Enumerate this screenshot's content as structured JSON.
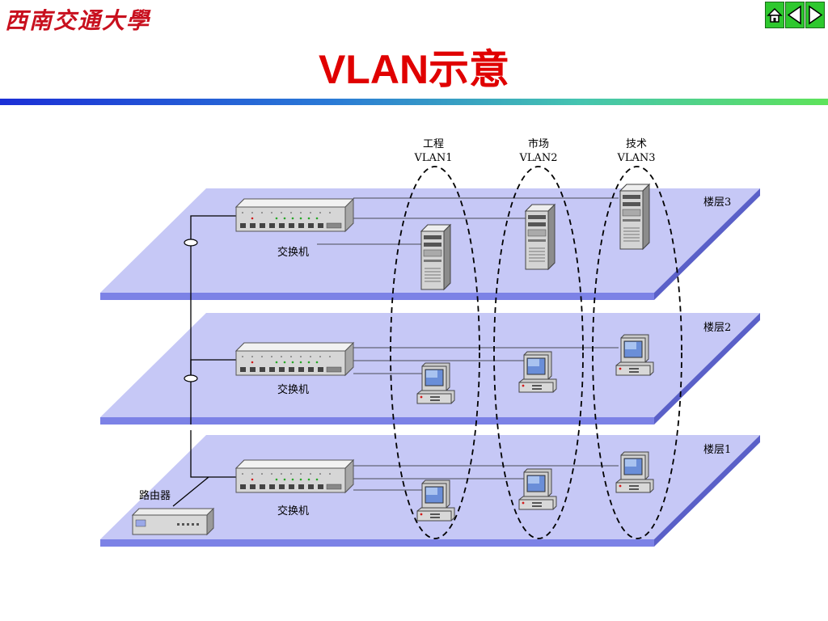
{
  "header": {
    "logo_text": "西南交通大學",
    "title": "VLAN示意"
  },
  "nav": {
    "home_icon": "home-icon",
    "prev_icon": "triangle-left-icon",
    "next_icon": "triangle-right-icon"
  },
  "colors": {
    "title": "#e00000",
    "floor_top": "#c6c8f6",
    "floor_edge": "#7c82e6",
    "nav_green": "#2ec82e"
  },
  "diagram": {
    "vlans": [
      {
        "name": "工程",
        "id": "VLAN1"
      },
      {
        "name": "市场",
        "id": "VLAN2"
      },
      {
        "name": "技术",
        "id": "VLAN3"
      }
    ],
    "floors": [
      "楼层3",
      "楼层2",
      "楼层1"
    ],
    "switch_label": "交换机",
    "router_label": "路由器"
  }
}
